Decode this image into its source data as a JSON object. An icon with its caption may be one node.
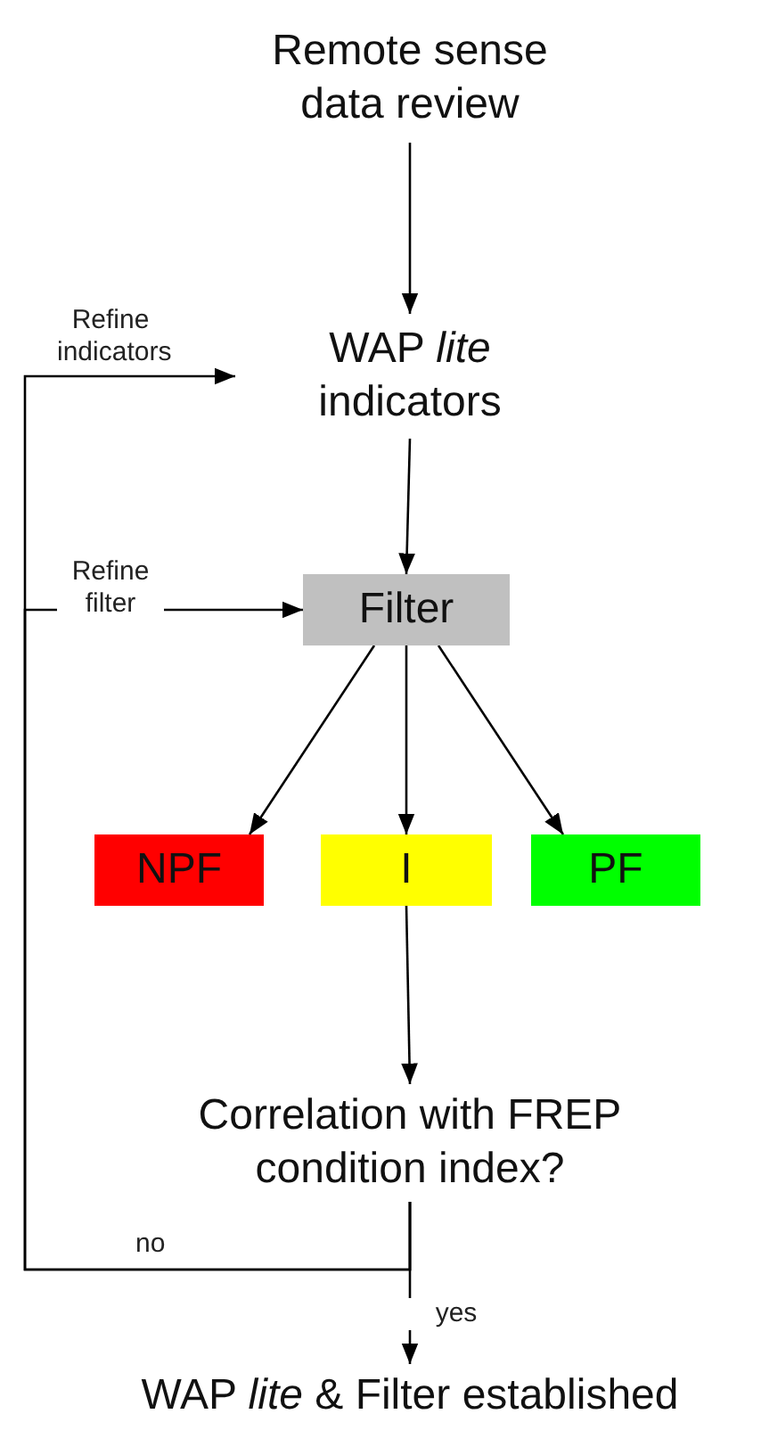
{
  "diagram": {
    "nodes": [
      {
        "text": [
          "Remote sense data review"
        ]
      },
      {
        "text": [
          "WAP *lite* indicators"
        ]
      },
      {
        "text": [
          "Filter"
        ]
      },
      {
        "text": [
          "NPF"
        ]
      },
      {
        "text": [
          "I"
        ]
      },
      {
        "text": [
          "PF"
        ]
      },
      {
        "text": [
          "Correlation with FREP condition index?"
        ]
      },
      {
        "text": [
          "WAP *lite* & Filter established"
        ]
      }
    ],
    "edges": [
      {
        "from": 0,
        "to": 1,
        "arrow": "to"
      },
      {
        "from": 1,
        "to": 2,
        "arrow": "to"
      },
      {
        "from": 2,
        "to": 3,
        "arrow": "to"
      },
      {
        "from": 2,
        "to": 4,
        "arrow": "to"
      },
      {
        "from": 2,
        "to": 5,
        "arrow": "to"
      },
      {
        "from": 4,
        "to": 6,
        "arrow": "to"
      },
      {
        "from": 6,
        "to": 7,
        "label": "yes",
        "arrow": "to"
      },
      {
        "from": 6,
        "to": 1,
        "label": "Refine indicators",
        "arrow": "to"
      },
      {
        "from": 6,
        "to": 2,
        "label": "Refine filter",
        "arrow": "to"
      }
    ],
    "labels": [
      "no"
    ]
  }
}
